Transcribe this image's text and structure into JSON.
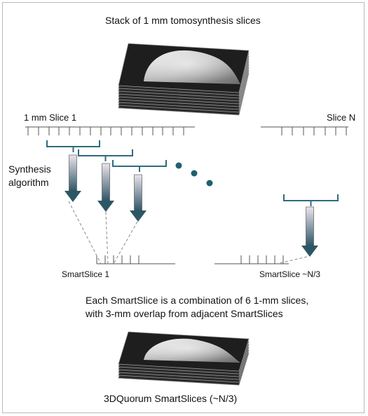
{
  "title": "Stack of 1 mm tomosynthesis slices",
  "labels": {
    "first_slice": "1 mm Slice 1",
    "last_slice": "Slice N",
    "algorithm": "Synthesis\nalgorithm",
    "smartslice_first": "SmartSlice 1",
    "smartslice_last": "SmartSlice ~N/3",
    "description": "Each SmartSlice is a combination of 6 1-mm slices,\nwith 3-mm overlap from adjacent SmartSlices",
    "bottom_caption": "3DQuorum SmartSlices (~N/3)"
  },
  "colors": {
    "bracket": "#2f6c7c",
    "dot": "#1f6070",
    "arrow_top": "#ece4ee",
    "arrow_bottom": "#2f5767",
    "arrow_head": "#2c5666",
    "ruler": "#555555",
    "dashed": "#8a8a8a",
    "stack_slice": "#9a9a9a"
  },
  "icons": {
    "slice_stack": "tomosynthesis-slice-stack-image",
    "smartslice_stack": "smartslice-stack-image",
    "arrow": "down-arrow-icon"
  }
}
